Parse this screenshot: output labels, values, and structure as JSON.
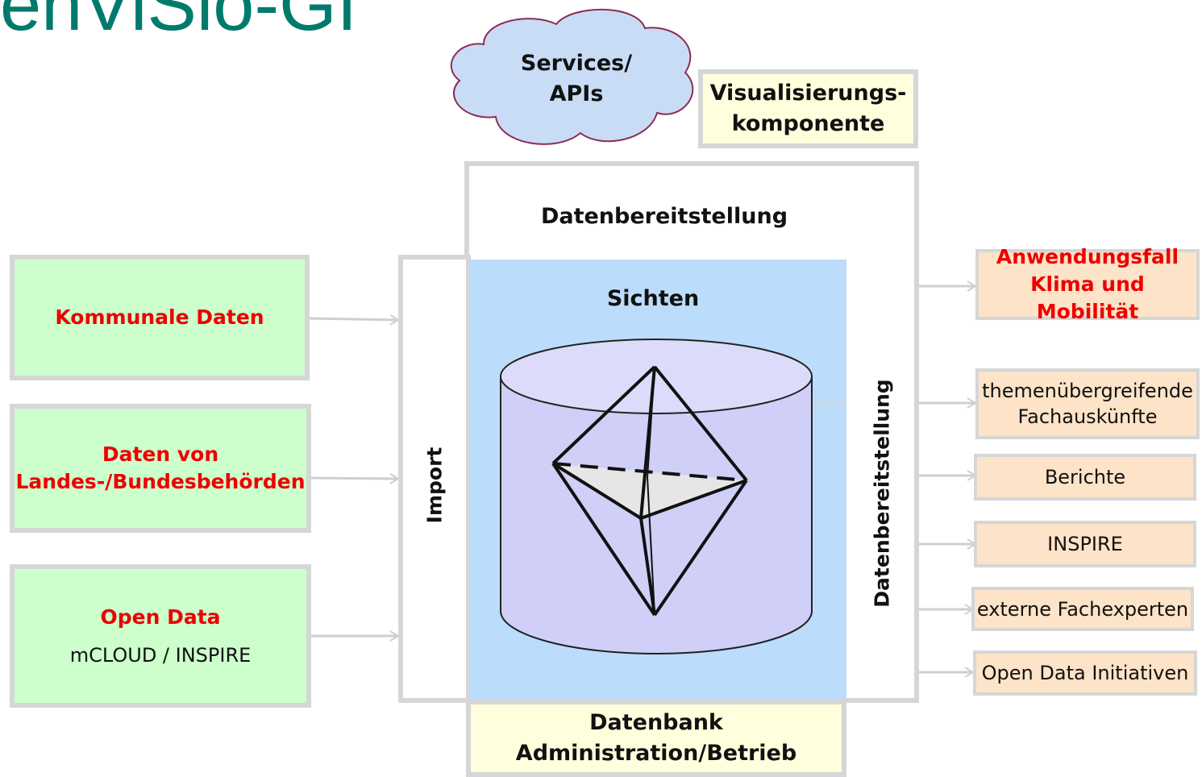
{
  "title": "enViSio-GI",
  "cloud": {
    "line1": "Services/",
    "line2": "APIs"
  },
  "visualisierung": {
    "line1": "Visualisierungs-",
    "line2": "komponente"
  },
  "bereitstellung_top": "Datenbereitstellung",
  "sichten": "Sichten",
  "import": "Import",
  "bereitstellung_side": "Datenbereitstellung",
  "datenbank": {
    "line1": "Datenbank",
    "line2": "Administration/Betrieb"
  },
  "sources": [
    {
      "line1": "Kommunale Daten"
    },
    {
      "line1": "Daten von",
      "line2": "Landes-/Bundesbehörden"
    },
    {
      "line1": "Open Data",
      "line2": "mCLOUD / INSPIRE"
    }
  ],
  "outputs": [
    {
      "line1": "Anwendungsfall",
      "line2": "Klima und Mobilität"
    },
    {
      "line1": "themenübergreifende",
      "line2": "Fachauskünfte"
    },
    {
      "line1": "Berichte"
    },
    {
      "line1": "INSPIRE"
    },
    {
      "line1": "externe Fachexperten"
    },
    {
      "line1": "Open Data Initiativen"
    }
  ],
  "colors": {
    "title": "#007a6c",
    "source_fill": "#ccffcc",
    "output_fill": "#fde3c7",
    "note_fill": "#ffffdd",
    "sichten_fill": "#bcdcfb",
    "cylinder_fill": "#cfcff7",
    "cloud_fill": "#c9dcf5",
    "highlight_text": "#ee0000"
  }
}
